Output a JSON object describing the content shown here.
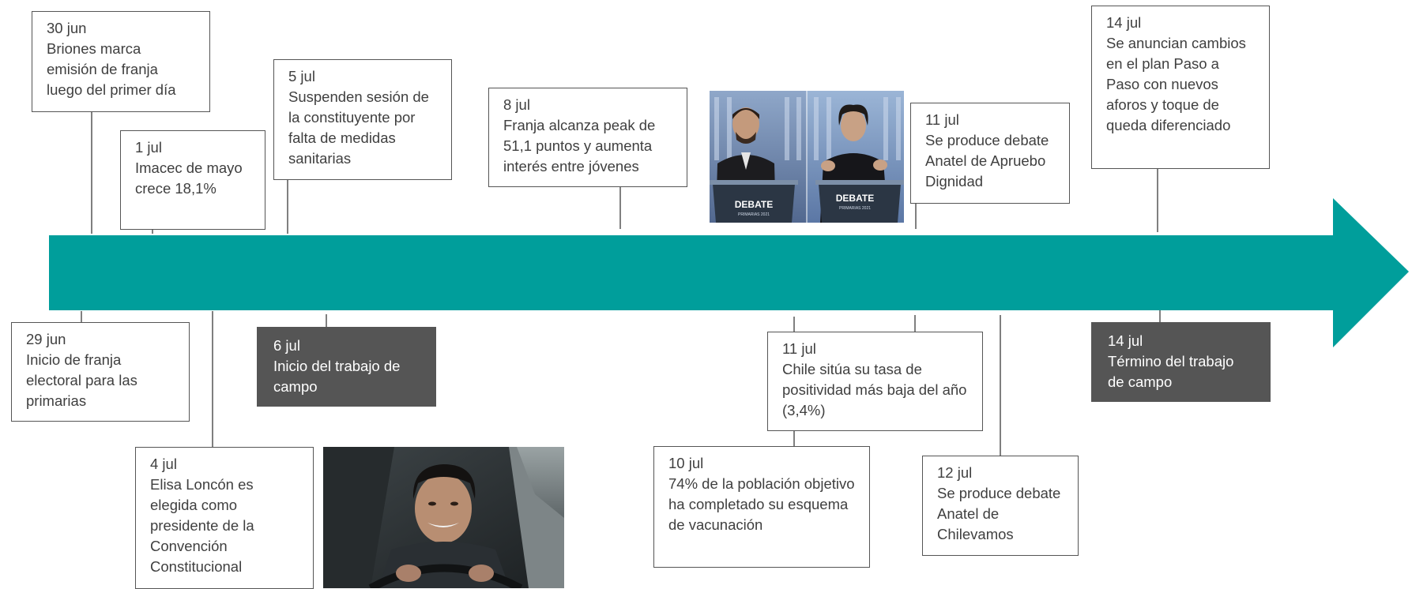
{
  "colors": {
    "arrow": "#009e9b",
    "box_border": "#555555",
    "dark_box": "#555555",
    "text": "#3f3f3f"
  },
  "events": [
    {
      "id": "e-30jun",
      "date": "30 jun",
      "text": "Briones marca emisión de franja luego del primer día"
    },
    {
      "id": "e-29jun",
      "date": "29 jun",
      "text": "Inicio de franja electoral para las primarias"
    },
    {
      "id": "e-1jul",
      "date": "1 jul",
      "text": "Imacec de mayo crece 18,1%"
    },
    {
      "id": "e-4jul",
      "date": "4 jul",
      "text": "Elisa Loncón es elegida como presidente de la Convención Constitucional"
    },
    {
      "id": "e-5jul",
      "date": "5 jul",
      "text": "Suspenden sesión de la constituyente por falta de medidas sanitarias"
    },
    {
      "id": "e-6jul",
      "date": "6 jul",
      "text": "Inicio del trabajo de campo"
    },
    {
      "id": "e-8jul",
      "date": "8 jul",
      "text": "Franja alcanza peak de 51,1 puntos y aumenta interés entre jóvenes"
    },
    {
      "id": "e-10jul",
      "date": "10 jul",
      "text": "74% de la población objetivo ha completado su esquema de vacunación"
    },
    {
      "id": "e-11jul-a",
      "date": "11 jul",
      "text": "Se produce debate Anatel de Apruebo Dignidad"
    },
    {
      "id": "e-11jul-b",
      "date": "11 jul",
      "text": "Chile sitúa su tasa de positividad más baja del año (3,4%)"
    },
    {
      "id": "e-12jul",
      "date": "12 jul",
      "text": "Se produce debate Anatel de Chilevamos"
    },
    {
      "id": "e-14jul-a",
      "date": "14 jul",
      "text": "Se anuncian cambios en el plan Paso a Paso con nuevos aforos y toque de queda diferenciado"
    },
    {
      "id": "e-14jul-b",
      "date": "14 jul",
      "text": "Término del trabajo de campo"
    }
  ],
  "photos": {
    "debate": {
      "podium_left": "DEBATE",
      "podium_left_sub": "PRIMARIAS 2021",
      "podium_right": "DEBATE",
      "podium_right_sub": "PRIMARIAS 2021"
    }
  }
}
